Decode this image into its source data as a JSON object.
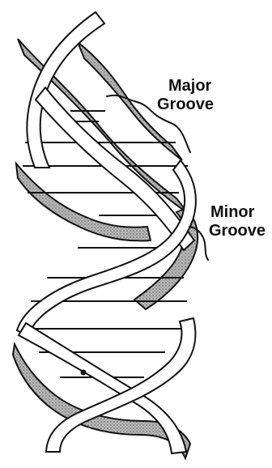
{
  "labels": {
    "major": [
      "Major",
      "Groove"
    ],
    "minor": [
      "Minor",
      "Groove"
    ]
  },
  "colors": {
    "background": "#ffffff",
    "outline": "#111111",
    "ribbon_light": "#ffffff",
    "ribbon_dark": "#9a9a9a"
  }
}
